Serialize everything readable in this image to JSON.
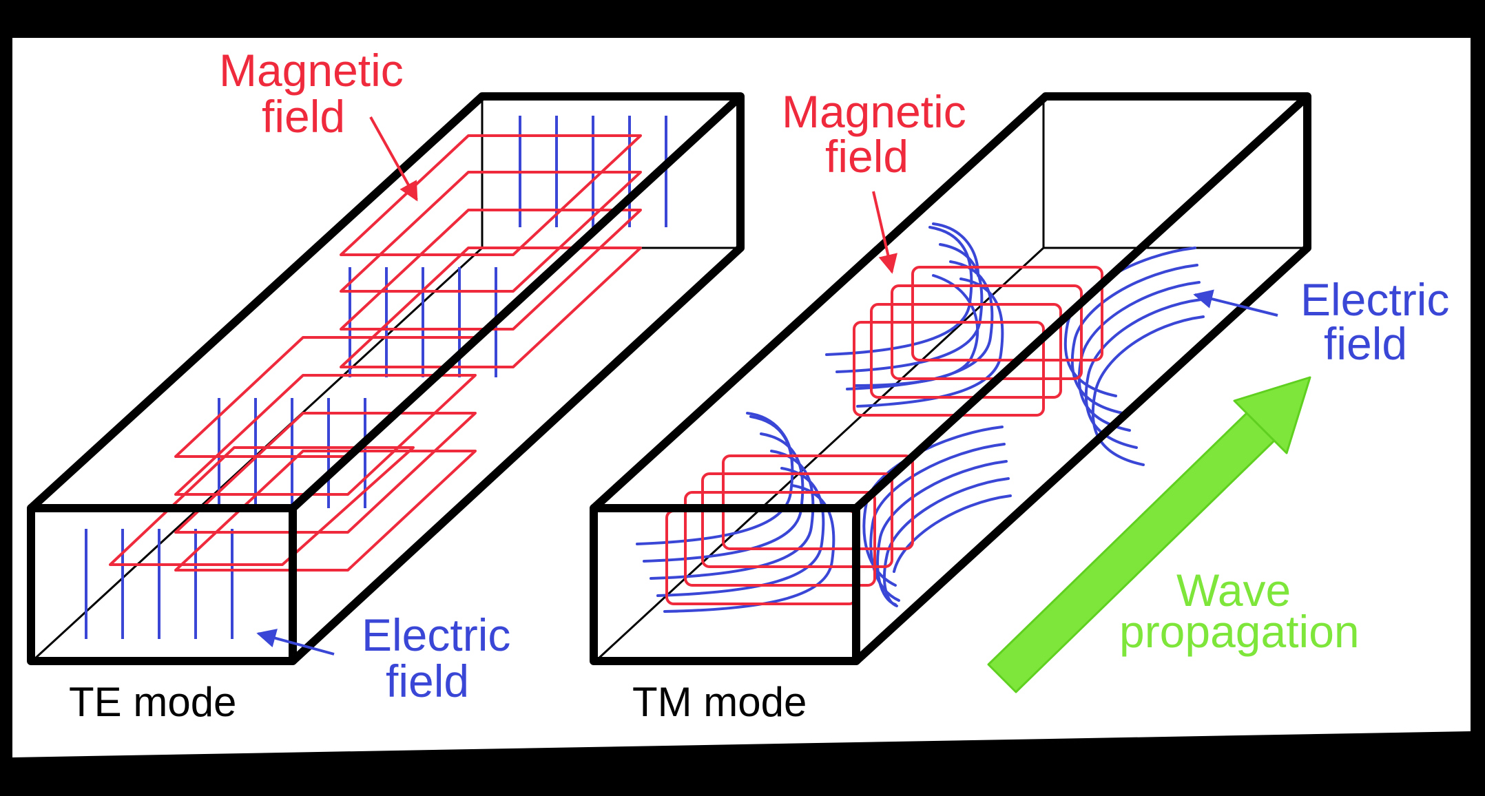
{
  "colors": {
    "background": "#ffffff",
    "frame": "#000000",
    "magnetic": "#ee2a3c",
    "electric": "#3a47d6",
    "propagation": "#7ee63a",
    "outline": "#000000"
  },
  "te": {
    "mode_label": "TE mode",
    "magnetic_label": [
      "Magnetic",
      "field"
    ],
    "electric_label": [
      "Electric",
      "field"
    ]
  },
  "tm": {
    "mode_label": "TM mode",
    "magnetic_label": [
      "Magnetic",
      "field"
    ],
    "electric_label": [
      "Electric",
      "field"
    ]
  },
  "propagation": {
    "label": [
      "Wave",
      "propagation"
    ]
  }
}
